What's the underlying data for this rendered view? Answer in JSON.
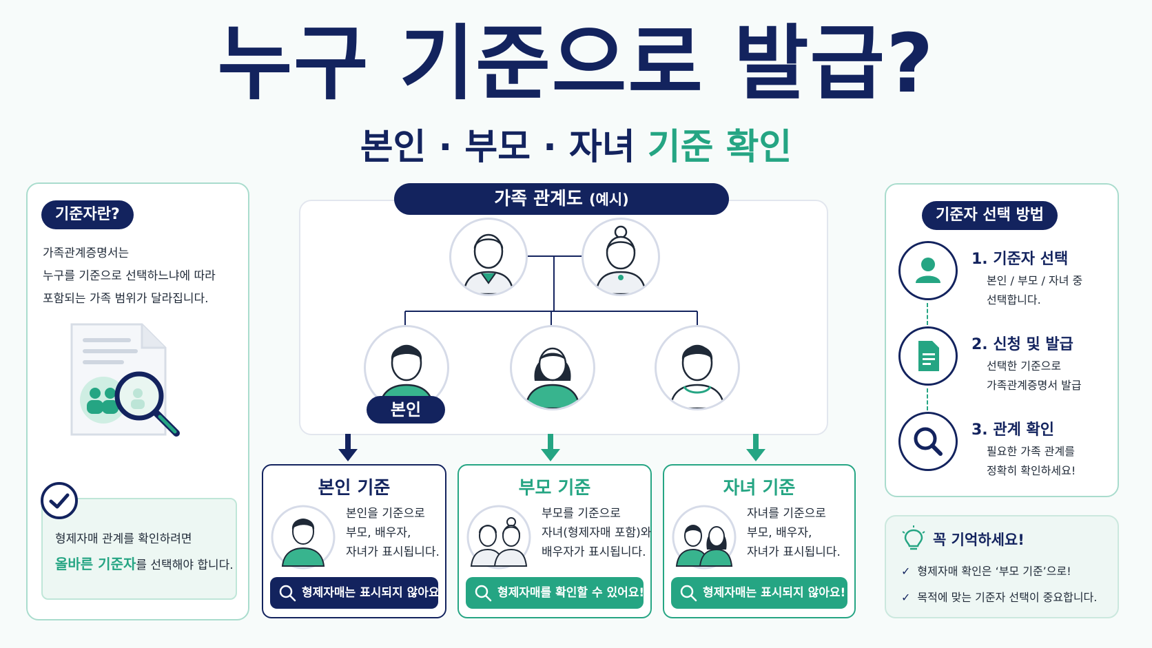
{
  "title": "누구 기준으로 발급?",
  "subtitle": {
    "part1": "본인 · 부모 · 자녀 ",
    "part2": "기준 확인"
  },
  "left_panel": {
    "pill": "기준자란?",
    "desc_lines": [
      "가족관계증명서는",
      "누구를 기준으로 선택하느냐에 따라",
      "포함되는 가족 범위가 달라집니다."
    ],
    "check_line1": "형제자매 관계를 확인하려면",
    "check_highlight": "올바른 기준자",
    "check_line2_rest": "를 선택해야 합니다."
  },
  "tree": {
    "label": "가족 관계도 ",
    "label_small": "(예시)",
    "self_badge": "본인"
  },
  "cards": [
    {
      "title": "본인 기준",
      "lines": [
        "본인을 기준으로",
        "부모, 배우자,",
        "자녀가 표시됩니다."
      ],
      "button": "형제자매는 표시되지 않아요"
    },
    {
      "title": "부모 기준",
      "lines": [
        "부모를 기준으로",
        "자녀(형제자매 포함)와",
        "배우자가 표시됩니다."
      ],
      "button": "형제자매를 확인할 수 있어요!"
    },
    {
      "title": "자녀 기준",
      "lines": [
        "자녀를 기준으로",
        "부모, 배우자,",
        "자녀가 표시됩니다."
      ],
      "button": "형제자매는 표시되지 않아요!"
    }
  ],
  "right_panel": {
    "pill": "기준자 선택 방법",
    "steps": [
      {
        "title": "1. 기준자 선택",
        "lines": [
          "본인 / 부모 / 자녀 중",
          "선택합니다."
        ]
      },
      {
        "title": "2. 신청 및 발급",
        "lines": [
          "선택한 기준으로",
          "가족관계증명서 발급"
        ]
      },
      {
        "title": "3. 관계 확인",
        "lines": [
          "필요한 가족 관계를",
          "정확히 확인하세요!"
        ]
      }
    ]
  },
  "tip": {
    "title": "꼭 기억하세요!",
    "items": [
      "형제자매 확인은 ‘부모 기준’으로!",
      "목적에 맞는 기준자 선택이 중요합니다."
    ]
  },
  "colors": {
    "navy": "#13235e",
    "green": "#25a583"
  }
}
